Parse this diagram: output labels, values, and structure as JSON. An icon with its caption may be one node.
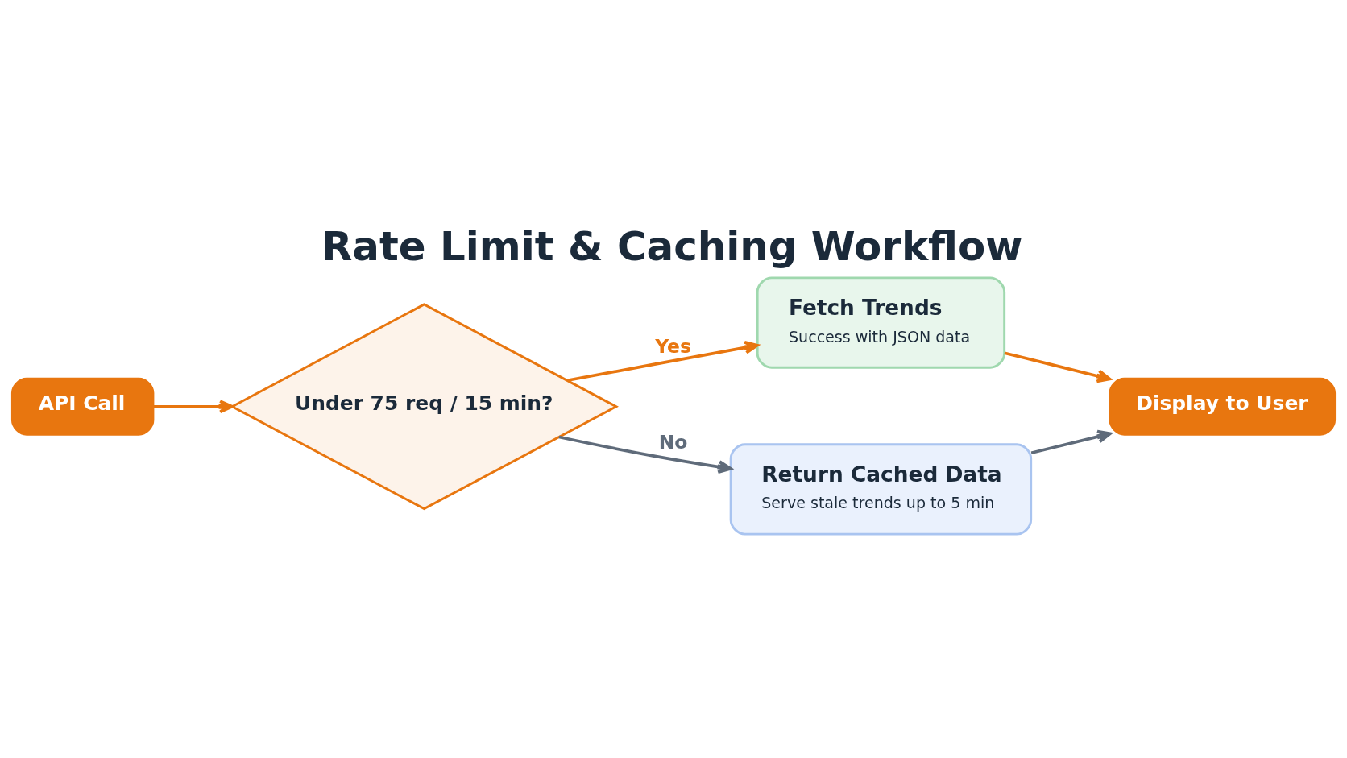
{
  "diagram": {
    "title": "Rate Limit & Caching Workflow",
    "nodes": [
      {
        "text": [
          "API Call"
        ]
      },
      {
        "text": [
          "Under 75 req / 15 min?"
        ]
      },
      {
        "text": [
          "Fetch Trends",
          "Success with JSON data"
        ]
      },
      {
        "text": [
          "Return Cached Data",
          "Serve stale trends up to 5 min"
        ]
      },
      {
        "text": [
          "Display to User"
        ]
      }
    ],
    "edges": [
      {
        "from": 0,
        "to": 1,
        "arrow": "to"
      },
      {
        "from": 1,
        "to": 2,
        "arrow": "to",
        "label": "Yes"
      },
      {
        "from": 1,
        "to": 3,
        "arrow": "to",
        "label": "No",
        "color": "#5f6b7a"
      },
      {
        "from": 2,
        "to": 4,
        "arrow": "to"
      },
      {
        "from": 3,
        "to": 4,
        "arrow": "to",
        "color": "#5f6b7a"
      }
    ]
  }
}
